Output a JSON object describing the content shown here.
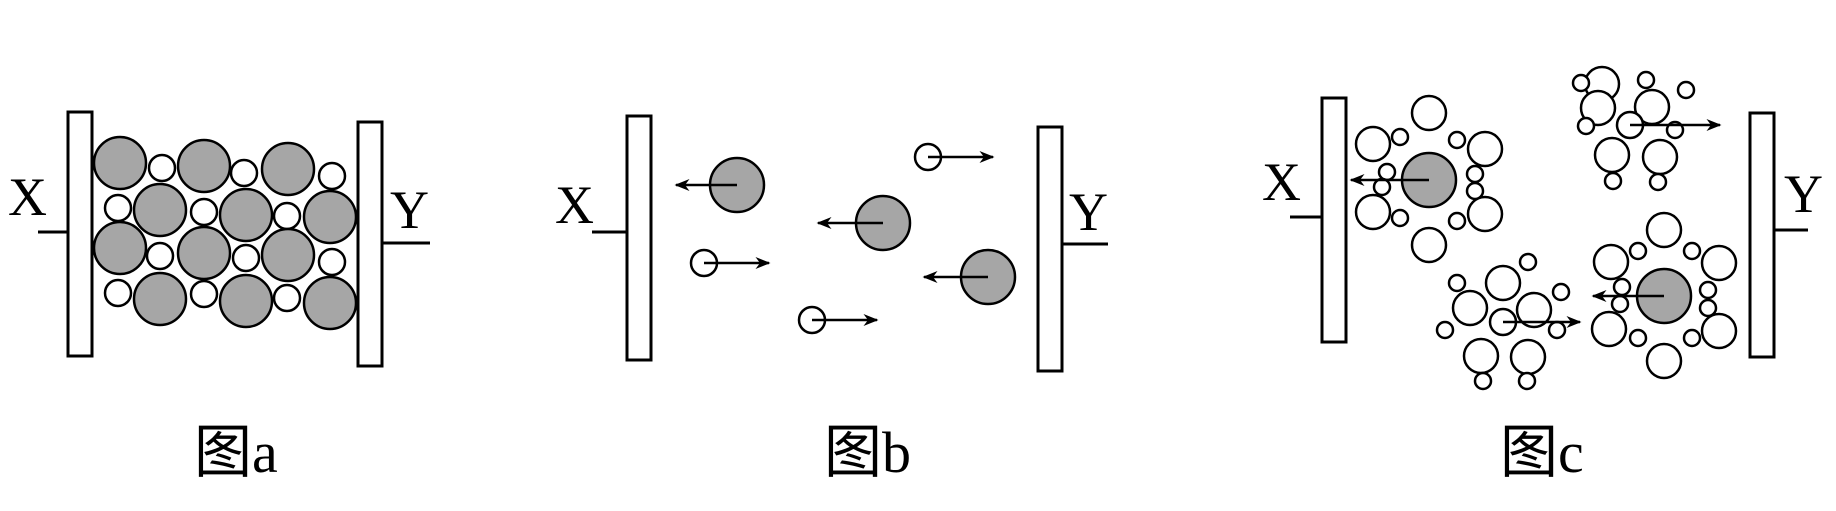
{
  "figures": [
    {
      "id": "a",
      "caption": "图a",
      "left_electrode": "X",
      "right_electrode": "Y"
    },
    {
      "id": "b",
      "caption": "图b",
      "left_electrode": "X",
      "right_electrode": "Y"
    },
    {
      "id": "c",
      "caption": "图c",
      "left_electrode": "X",
      "right_electrode": "Y"
    }
  ],
  "colors": {
    "large_ion_fill": "#a6a6a6",
    "small_ion_fill": "#ffffff",
    "stroke": "#000000"
  }
}
